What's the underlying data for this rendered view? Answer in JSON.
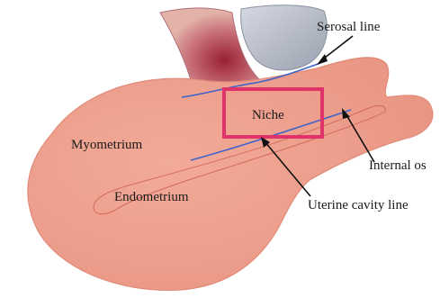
{
  "labels": {
    "serosal_line": "Serosal line",
    "niche": "Niche",
    "myometrium": "Myometrium",
    "internal_os": "Internal os",
    "endometrium": "Endometrium",
    "uterine_cavity_line": "Uterine cavity line"
  },
  "colors": {
    "uterus_fill": "#eea291",
    "uterus_edge": "#e08a77",
    "bladder_fill": "#c98a80",
    "bladder_dark": "#9a2a3a",
    "balloon_fill": "#b7bcc8",
    "line_blue": "#3f63c8",
    "highlight_box": "#e0336a"
  }
}
